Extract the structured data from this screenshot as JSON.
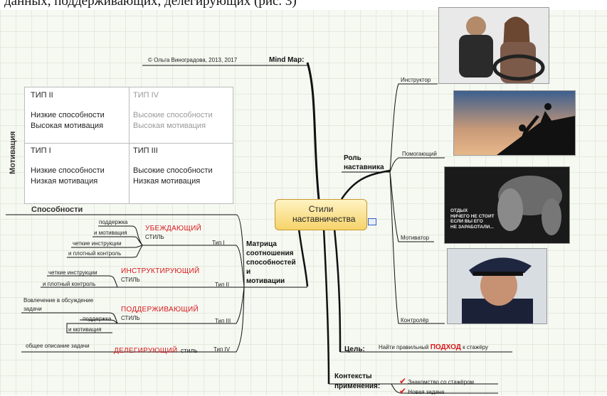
{
  "top_caption": "данных, поддерживающих, делегирующих (рис. 3)",
  "copyright": "© Ольга Виноградова, 2013, 2017",
  "mindmap_label": "Mind Map:",
  "central_topic": "Стили наставничества",
  "matrix": {
    "y_axis_label": "Мотивация",
    "x_axis_label": "Способности",
    "cells": [
      {
        "type": "ТИП II",
        "line1": "Низкие способности",
        "line2": "Высокая мотивация"
      },
      {
        "type": "ТИП IV",
        "line1": "Высокие способности",
        "line2": "Высокая мотивация"
      },
      {
        "type": "ТИП I",
        "line1": "Низкие способности",
        "line2": "Низкая мотивация"
      },
      {
        "type": "ТИП III",
        "line1": "Высокие способности",
        "line2": "Низкая мотивация"
      }
    ]
  },
  "role_branch": {
    "label_line1": "Роль",
    "label_line2": "наставника",
    "roles": [
      "Инструктор",
      "Помогающий",
      "Мотиватор",
      "Контролёр"
    ],
    "motivator_photo_text": [
      "ОТДЫХ",
      "НИЧЕГО НЕ СТОИТ",
      "ЕСЛИ ВЫ ЕГО",
      "НЕ ЗАРАБОТАЛИ..."
    ]
  },
  "matrix_branch": {
    "label_lines": [
      "Матрица",
      "соотношения",
      "способностей",
      "и",
      "мотивации"
    ],
    "style_word": "СТИЛЬ",
    "styles": [
      {
        "name": "УБЕЖДАЮЩИЙ",
        "type": "Тип I",
        "items": [
          "поддержка",
          "и мотивация",
          "четкие инструкции",
          "и плотный контроль"
        ]
      },
      {
        "name": "ИНСТРУКТИРУЮЩИЙ",
        "type": "Тип II",
        "items": [
          "четкие инструкции",
          "и плотный контроль"
        ]
      },
      {
        "name": "ПОДДЕРЖИВАЮЩИЙ",
        "type": "Тип III",
        "items": [
          "Вовлечение в обсуждение",
          "задачи",
          "поддержка",
          "и мотивация"
        ]
      },
      {
        "name": "ДЕЛЕГИРУЮЩИЙ",
        "type": "Тип IV",
        "items": [
          "общее описание задачи"
        ]
      }
    ]
  },
  "goal": {
    "label": "Цель:",
    "text_before": "Найти правильный",
    "highlight": "ПОДХОД",
    "text_after": "к стажёру"
  },
  "contexts": {
    "label_line1": "Контексты",
    "label_line2": "применения:",
    "items": [
      "Знакомство со стажёром",
      "Новая задача"
    ]
  },
  "colors": {
    "accent_red": "#d8181a",
    "central_fill": "#f6d36a",
    "line": "#111111"
  }
}
